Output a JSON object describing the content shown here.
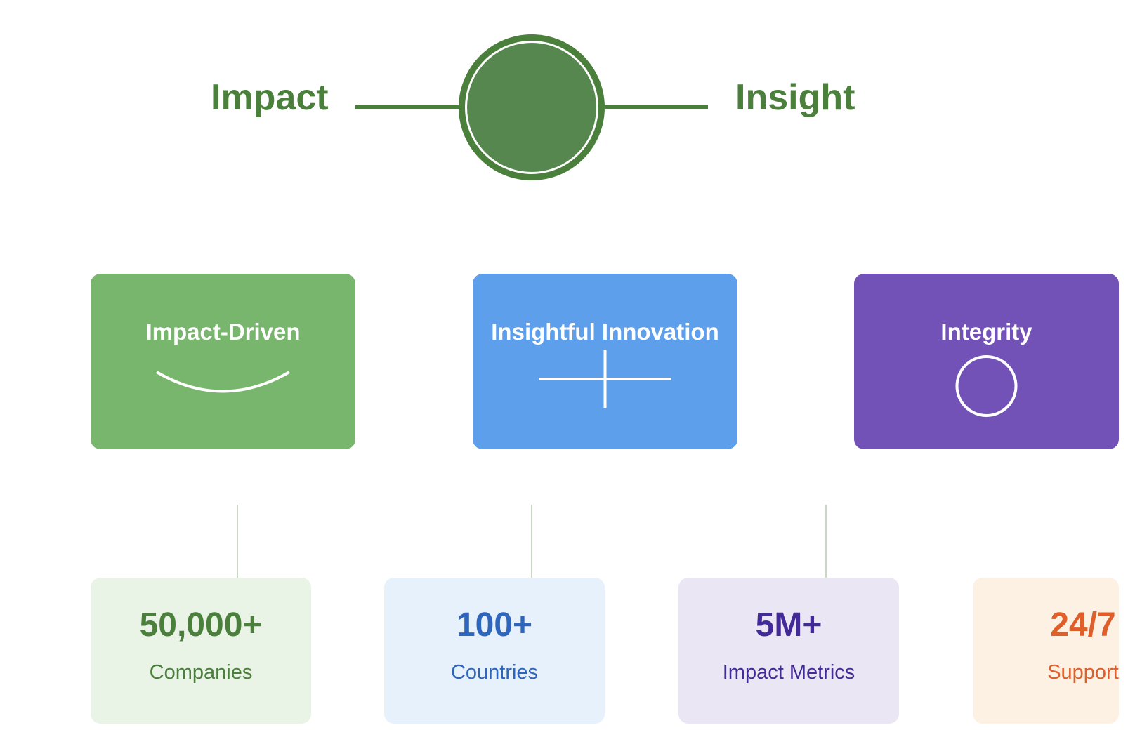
{
  "header": {
    "left_word": "Impact",
    "right_word": "Insight",
    "color": "#4a7f3c",
    "hub_fill": "#56874f"
  },
  "values": [
    {
      "title": "Impact-Driven",
      "color": "#78b66d",
      "icon": "smile-curve-icon"
    },
    {
      "title": "Insightful Innovation",
      "color": "#5e9fec",
      "icon": "crosshair-icon"
    },
    {
      "title": "Integrity",
      "color": "#7252b7",
      "icon": "circle-icon"
    }
  ],
  "stats": [
    {
      "number": "50,000+",
      "label": "Companies",
      "bg": "#e9f3e6",
      "color": "#4a7f3c"
    },
    {
      "number": "100+",
      "label": "Countries",
      "bg": "#e6f1fb",
      "color": "#2e65bd"
    },
    {
      "number": "5M+",
      "label": "Impact Metrics",
      "bg": "#ebe6f4",
      "color": "#432b97"
    },
    {
      "number": "24/7",
      "label": "Support",
      "bg": "#fdf1e3",
      "color": "#df5e2a"
    }
  ],
  "connector_color": "#c9d9c6"
}
